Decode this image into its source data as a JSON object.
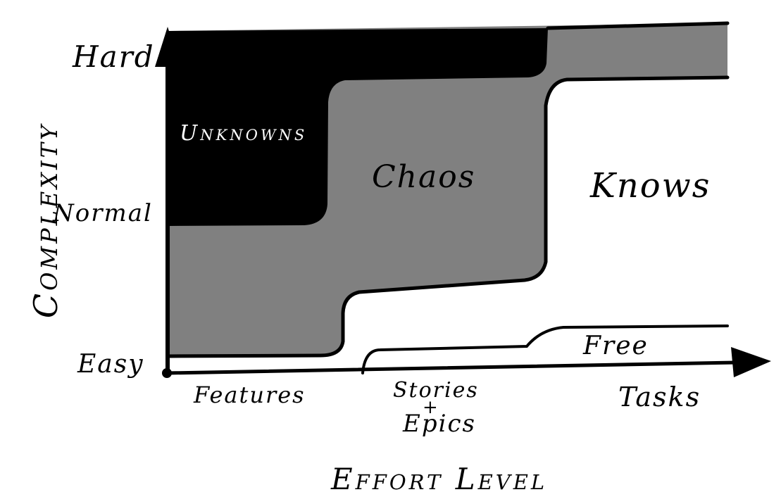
{
  "axes": {
    "y_title": "Complexity",
    "x_title": "Effort Level",
    "y_ticks": [
      "Hard",
      "Normal",
      "Easy"
    ],
    "x_ticks": [
      "Features",
      "Stories",
      "+",
      "Epics",
      "Tasks"
    ]
  },
  "regions": {
    "unknowns": "Unknowns",
    "chaos": "Chaos",
    "knows": "Knows",
    "free": "Free"
  },
  "colors": {
    "ink": "#000000",
    "unknowns_fill": "#000000",
    "chaos_fill": "#808080",
    "background": "#ffffff"
  }
}
